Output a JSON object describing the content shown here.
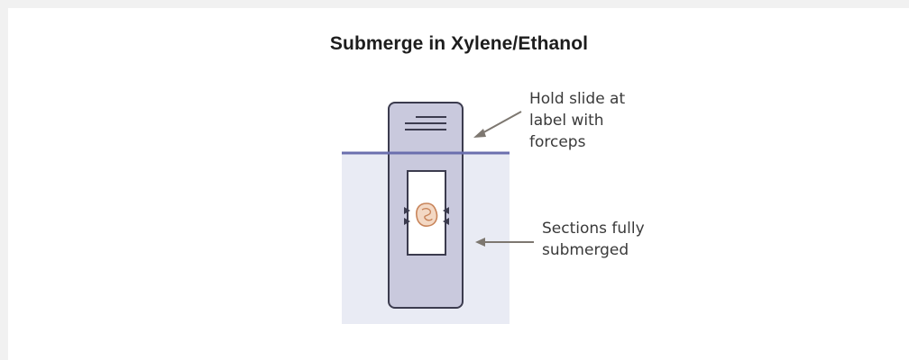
{
  "title": "Submerge in Xylene/Ethanol",
  "callouts": {
    "hold": {
      "line1": "Hold slide at",
      "line2": "label with",
      "line3": "forceps"
    },
    "submerged": {
      "line1": "Sections fully",
      "line2": "submerged"
    }
  },
  "colors": {
    "liquid": "#e9ebf4",
    "liquid_line": "#6b6fae",
    "slide_fill": "#c9c9dd",
    "outline": "#3b3b4e",
    "tissue": "#c8845a",
    "arrow": "#7d7770",
    "text": "#3a3a3a"
  },
  "icons": [
    "slide-label-lines-icon",
    "tissue-section-icon",
    "arrow-icon"
  ]
}
